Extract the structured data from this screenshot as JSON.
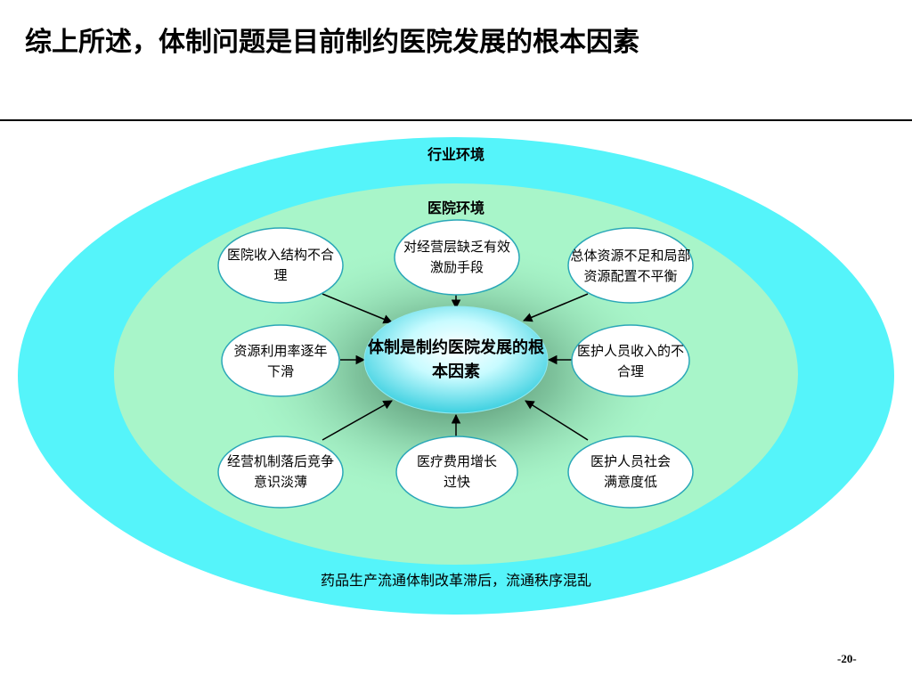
{
  "slide": {
    "title": "综上所述，体制问题是目前制约医院发展的根本因素",
    "page_number": "-20-"
  },
  "diagram": {
    "outer_label": "行业环境",
    "inner_label": "医院环境",
    "bottom_label": "药品生产流通体制改革滞后，流通秩序混乱",
    "center": "体制是制约医院发展的根本因素",
    "nodes": [
      {
        "id": "income",
        "text": "医院收入结构不合理"
      },
      {
        "id": "incentive",
        "text": "对经营层缺乏有效激励手段"
      },
      {
        "id": "resources",
        "text": "总体资源不足和局部资源配置不平衡"
      },
      {
        "id": "utilization",
        "text": "资源利用率逐年下滑"
      },
      {
        "id": "staff-income",
        "text": "医护人员收入的不合理"
      },
      {
        "id": "mechanism",
        "text": "经营机制落后竞争意识淡薄"
      },
      {
        "id": "cost",
        "text": "医疗费用增长过快"
      },
      {
        "id": "satisfaction",
        "text": "医护人员社会满意度低"
      }
    ]
  },
  "colors": {
    "outer_ellipse": "#55F4FA",
    "inner_ellipse": "#A8F5C9",
    "node_fill": "#FFFFFF",
    "node_border": "#2AA7B8",
    "center_fill": "#6EE3EE"
  }
}
